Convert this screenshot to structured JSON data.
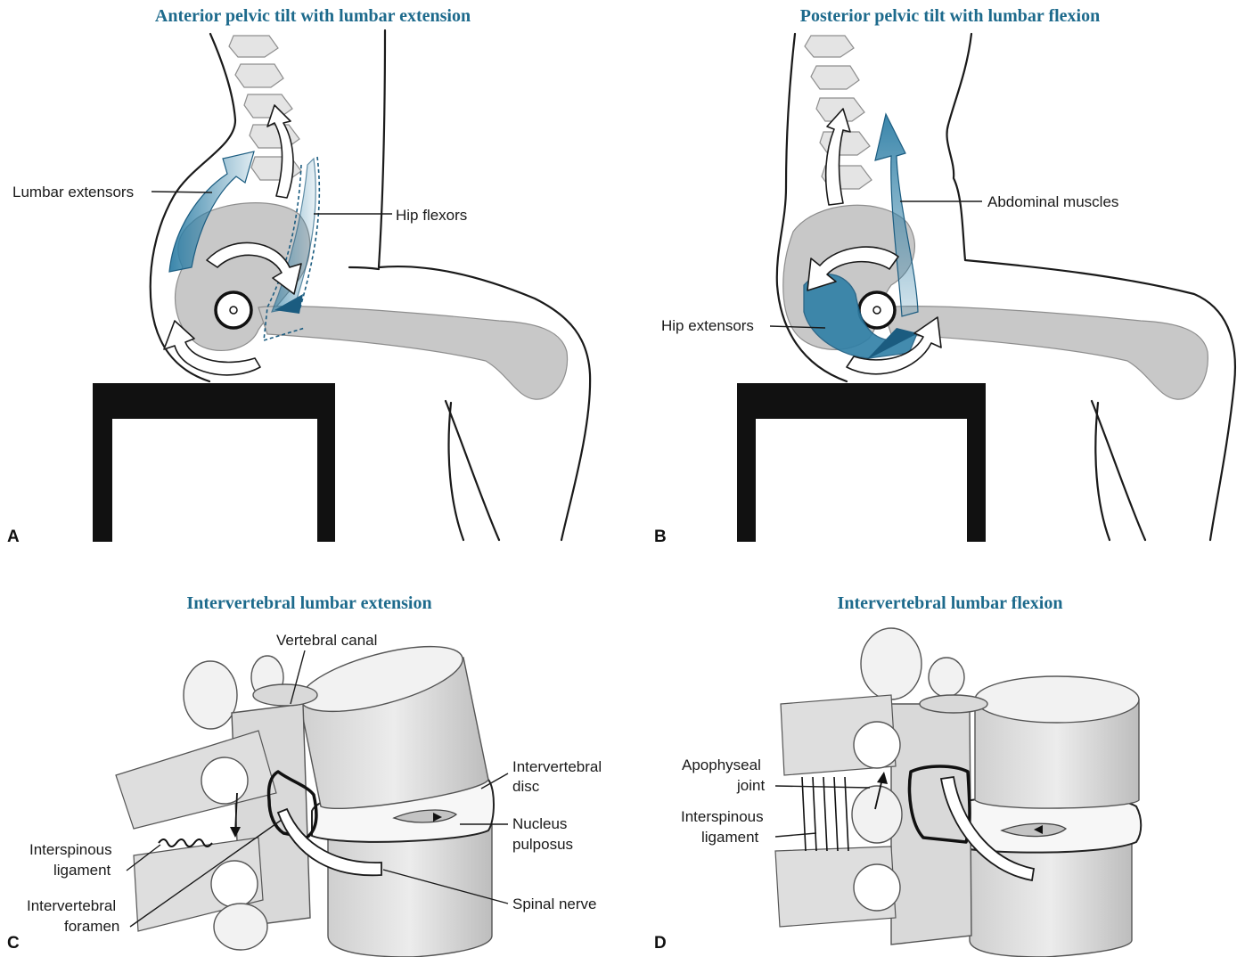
{
  "panels": {
    "a": {
      "title": "Anterior pelvic tilt with lumbar extension",
      "letter": "A",
      "labels": {
        "lumbar_extensors": "Lumbar extensors",
        "hip_flexors": "Hip flexors"
      }
    },
    "b": {
      "title": "Posterior pelvic tilt with lumbar flexion",
      "letter": "B",
      "labels": {
        "abdominal_muscles": "Abdominal muscles",
        "hip_extensors": "Hip extensors"
      }
    },
    "c": {
      "title": "Intervertebral lumbar extension",
      "letter": "C",
      "labels": {
        "vertebral_canal": "Vertebral canal",
        "intervertebral_disc_1": "Intervertebral",
        "intervertebral_disc_2": "disc",
        "nucleus_pulposus_1": "Nucleus",
        "nucleus_pulposus_2": "pulposus",
        "interspinous_ligament_1": "Interspinous",
        "interspinous_ligament_2": "ligament",
        "intervertebral_foramen_1": "Intervertebral",
        "intervertebral_foramen_2": "foramen",
        "spinal_nerve": "Spinal nerve"
      }
    },
    "d": {
      "title": "Intervertebral lumbar flexion",
      "letter": "D",
      "labels": {
        "apophyseal_joint_1": "Apophyseal",
        "apophyseal_joint_2": "joint",
        "interspinous_ligament_1": "Interspinous",
        "interspinous_ligament_2": "ligament"
      }
    }
  },
  "colors": {
    "title": "#1d6a8c",
    "muscle": "#2f7fa6",
    "bone": "#c8c8c8",
    "outline": "#1a1a1a",
    "chair": "#111111"
  }
}
